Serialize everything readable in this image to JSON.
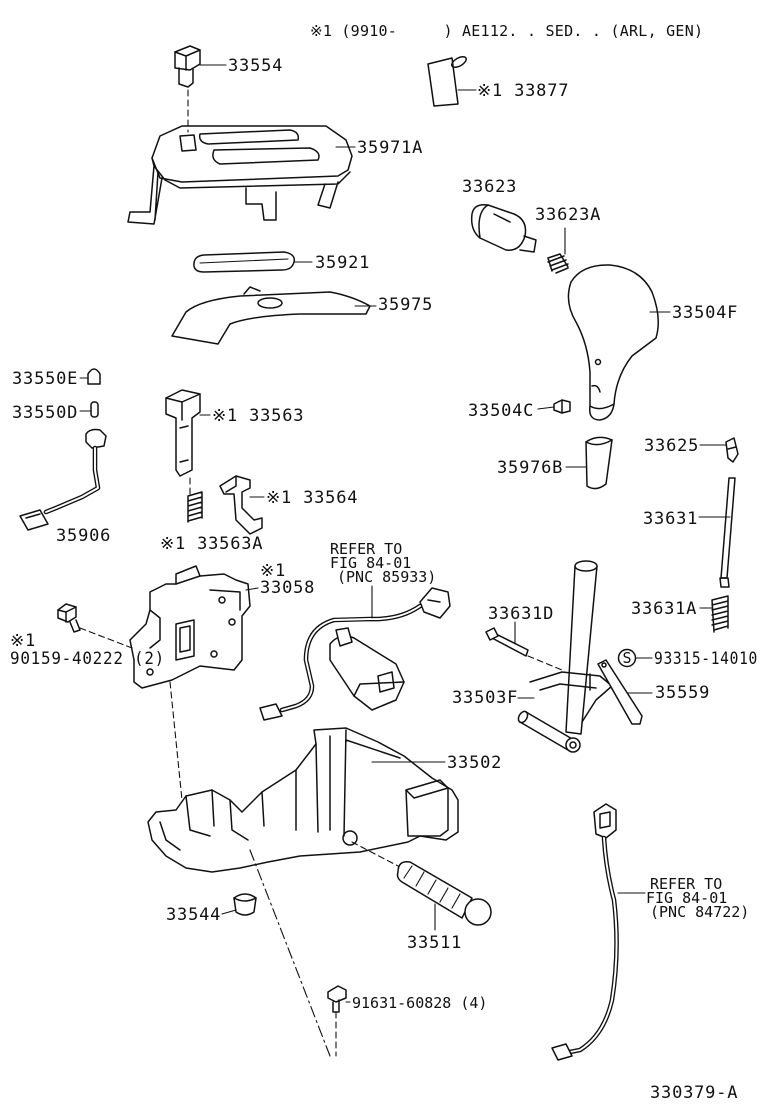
{
  "header": {
    "note": "※1 (9910-     ) AE112. . SED. . (ARL, GEN)"
  },
  "callouts": {
    "p33554": "33554",
    "p33877": "※1 33877",
    "p35971A": "35971A",
    "p33623": "33623",
    "p33623A": "33623A",
    "p35921": "35921",
    "p35975": "35975",
    "p33504F": "33504F",
    "p33550E": "33550E",
    "p33550D": "33550D",
    "p33563": "※1 33563",
    "p33504C": "33504C",
    "p33625": "33625",
    "p35976B": "35976B",
    "p33564": "※1 33564",
    "p33631": "33631",
    "p35906": "35906",
    "p33563A": "※1 33563A",
    "p33058_mark": "※1",
    "p33058": "33058",
    "p33631D": "33631D",
    "p33631A": "33631A",
    "p90159_mark": "※1",
    "p90159": "90159-40222 (2)",
    "p93315_symbol": "S",
    "p93315": "93315-14010",
    "p33503F": "33503F",
    "p35559": "35559",
    "p33502": "33502",
    "p33544": "33544",
    "p33511": "33511",
    "p91631": "91631-60828 (4)"
  },
  "references": [
    {
      "line1": "REFER TO",
      "line2": "FIG 84-01",
      "line3": "(PNC 85933)"
    },
    {
      "line1": "REFER TO",
      "line2": "FIG 84-01",
      "line3": "(PNC 84722)"
    }
  ],
  "footer": {
    "illustration_number": "330379-A"
  }
}
